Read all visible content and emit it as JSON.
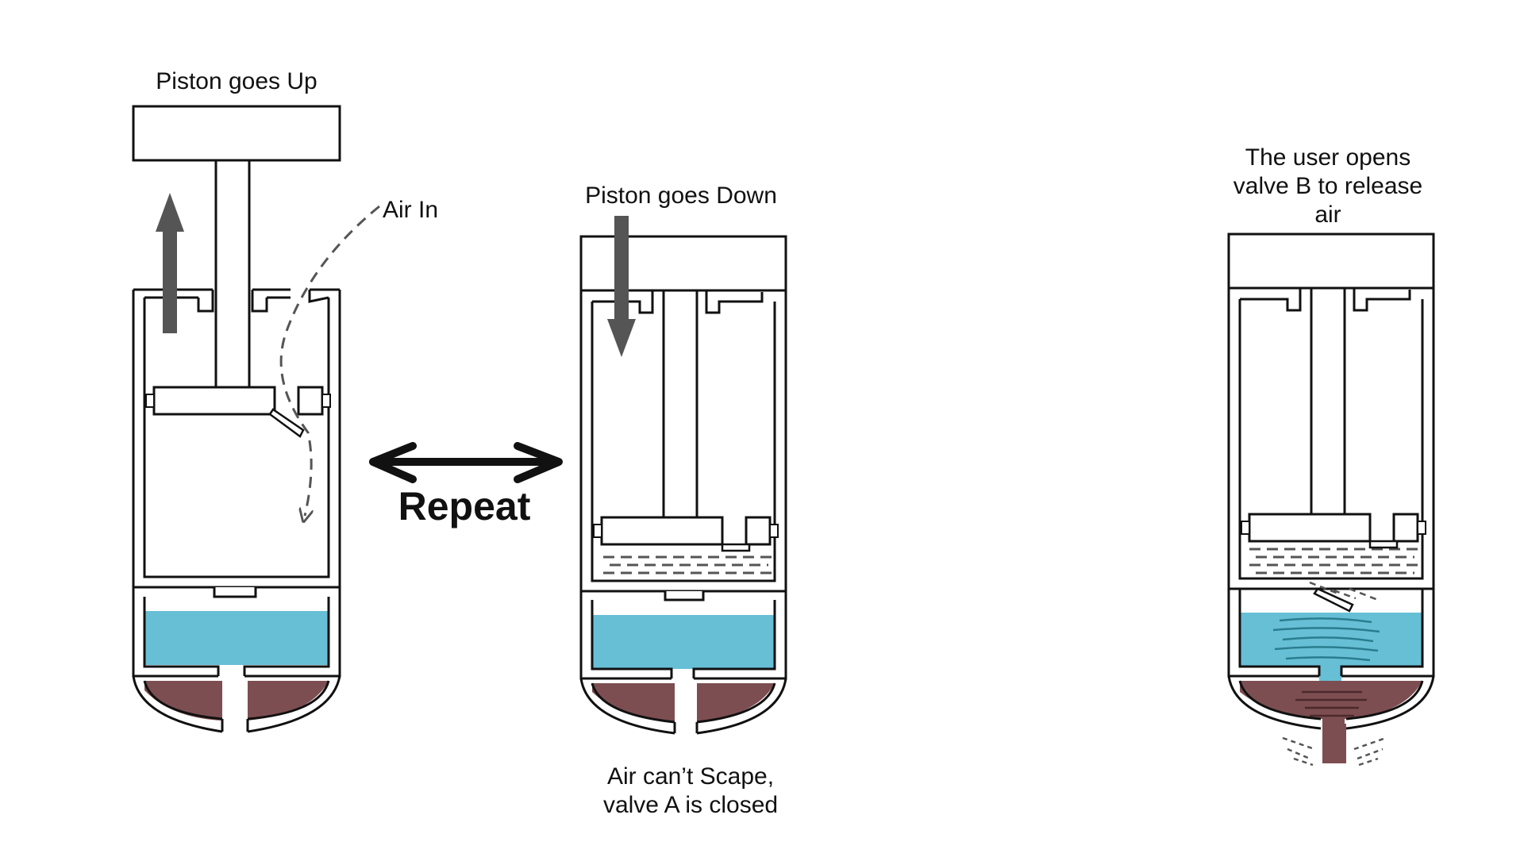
{
  "colors": {
    "outline": "#111111",
    "water": "#67bfd6",
    "coffee": "#7d4e51",
    "arrow": "#555555",
    "background": "#ffffff"
  },
  "panels": {
    "left": {
      "title": "Piston goes Up",
      "flow_label": "Air In"
    },
    "middle": {
      "title": "Piston goes Down",
      "caption_line1": "Air can’t Scape,",
      "caption_line2": "valve A is closed"
    },
    "right": {
      "title_line1": "The user opens",
      "title_line2": "valve B to release",
      "title_line3": "air"
    }
  },
  "center": {
    "label": "Repeat",
    "icon": "double-headed-arrow"
  }
}
